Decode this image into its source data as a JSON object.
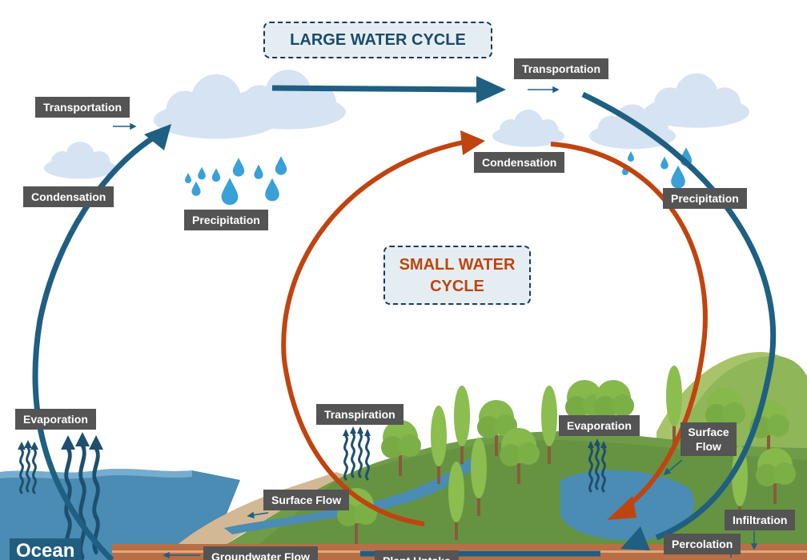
{
  "titles": {
    "large": "LARGE WATER CYCLE",
    "small": "SMALL WATER CYCLE"
  },
  "labels": {
    "transportation_left": "Transportation",
    "condensation_left": "Condensation",
    "precipitation_left": "Precipitation",
    "transportation_right": "Transportation",
    "condensation_center": "Condensation",
    "precipitation_right": "Precipitation",
    "evaporation_ocean": "Evaporation",
    "transpiration": "Transpiration",
    "evaporation_lake": "Evaporation",
    "surface_flow_right": "Surface Flow",
    "surface_flow_left": "Surface Flow",
    "infiltration": "Infiltration",
    "percolation": "Percolation",
    "groundwater_flow": "Groundwater Flow",
    "plant_uptake": "Plant Uptake",
    "ocean": "Ocean"
  },
  "colors": {
    "large_cycle": "#1e5f82",
    "small_cycle": "#c0440f",
    "large_title_text": "#1b4a6b",
    "small_title_text": "#c0440f",
    "label_bg": "#545454",
    "cloud": "#d5e3f2",
    "drop": "#3aa0d8",
    "ocean": "#4a8cb3",
    "land": "#6f9c48"
  }
}
